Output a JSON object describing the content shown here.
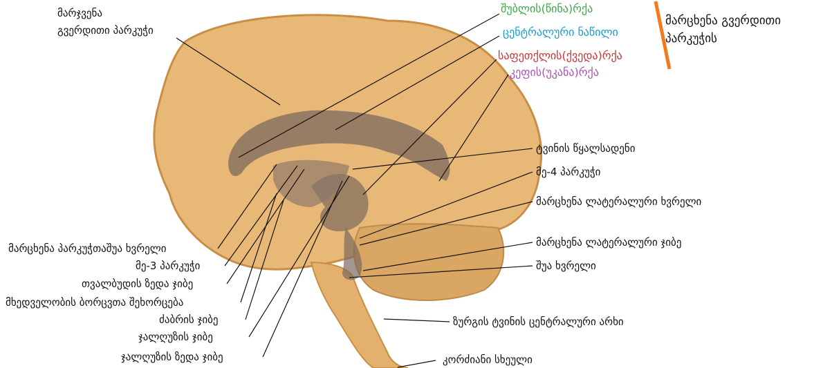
{
  "labels": {
    "right_lateral_ventricle_l1": "მარჯვენა",
    "right_lateral_ventricle_l2": "გვერდითი პარკუჭი",
    "frontal_horn": "შუბლის(წინა)რქა",
    "central_part": "ცენტრალური ნაწილი",
    "temporal_horn": "საფეთქლის(ქვედა)რქა",
    "occipital_horn": "კეფის(უკანა)რქა",
    "left_lateral_ventricle_l1": "მარცხენა გვერდითი",
    "left_lateral_ventricle_l2": "პარკუჭის",
    "cerebral_aqueduct": "ტვინის წყალსადენი",
    "fourth_ventricle": "მე-4 პარკუჭი",
    "left_lateral_aperture": "მარცხენა ლატერალური ხვრელი",
    "left_lateral_recess": "მარცხენა ლატერალური ჯიბე",
    "median_aperture": "შუა ხვრელი",
    "central_canal": "ზურგის ტვინის ცენტრალური არხი",
    "choroid_plexus_partial": "კორძიანი სხეული",
    "interventricular_foramen": "მარცხენა პარკუჭთაშუა ხვრელი",
    "third_ventricle": "მე-3 პარკუჭი",
    "supraoptic_recess": "თვალბუდის ზედა ჯიბე",
    "optic_chiasm": "მხედველობის ბორცვთა შეხორცება",
    "infundibular_recess": "ძაბრის ჯიბე",
    "pineal_recess": "ჯალღუზის ჯიბე",
    "suprapineal_recess": "ჯალღუზის ზედა ჯიბე"
  },
  "colors": {
    "brain_fill": "#e8b877",
    "brain_edge": "#c98e45",
    "ventricle": "#7c6a5e",
    "cerebellum": "#d9a663",
    "accent_line": "#f07a1e"
  }
}
